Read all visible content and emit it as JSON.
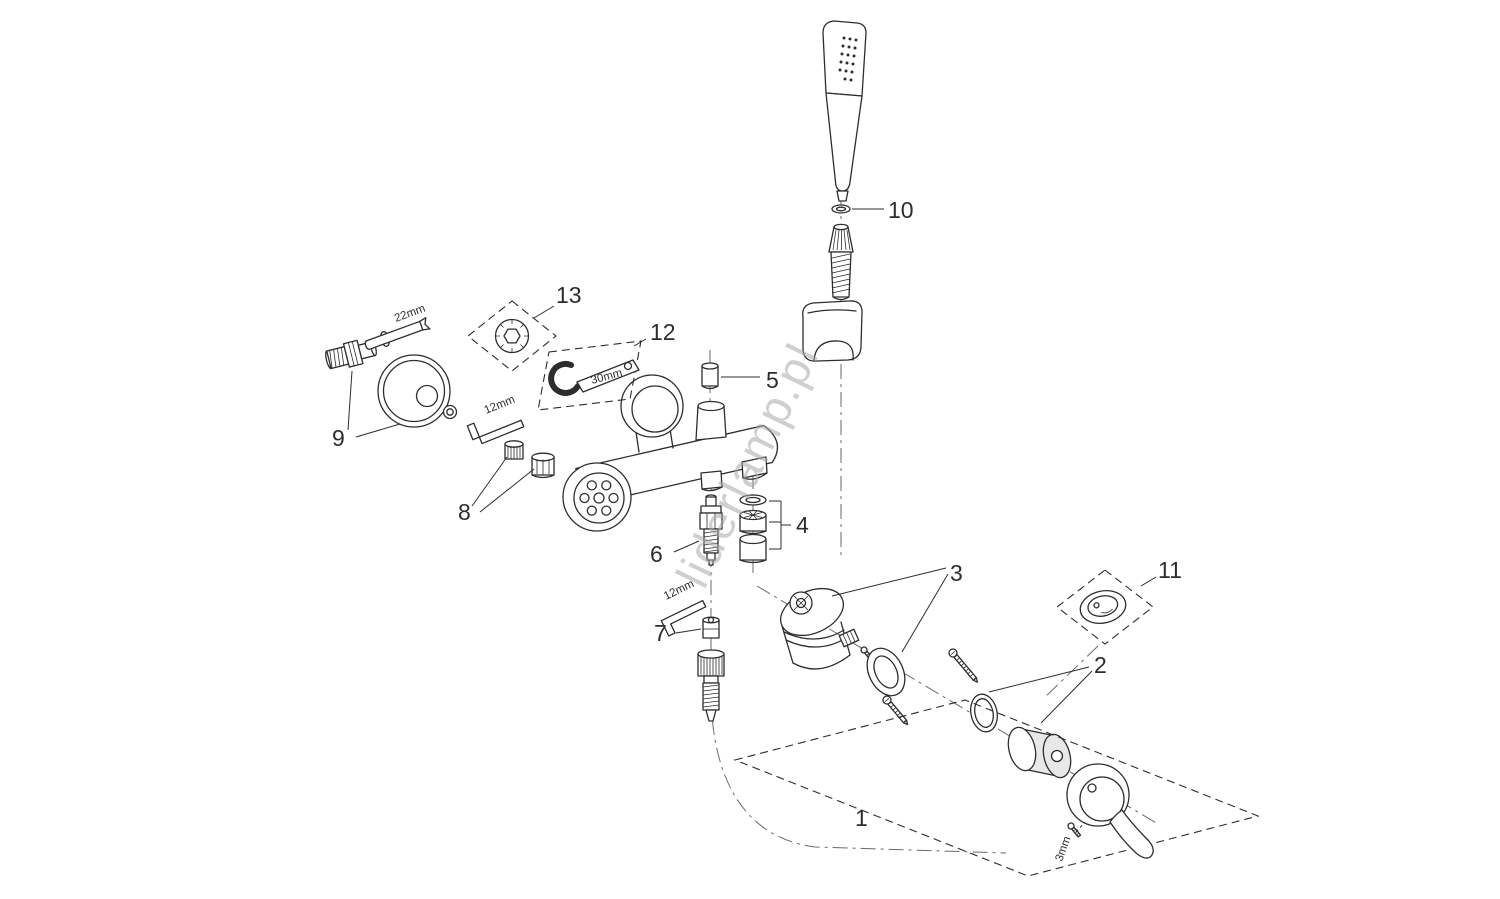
{
  "watermark": "liderlamp.pl",
  "colors": {
    "background": "#ffffff",
    "line": "#2d2d2d",
    "centerline": "#6a6a6a",
    "shade": "#e8e8e8",
    "watermark": "#a8a8a8"
  },
  "labels": {
    "part1": "1",
    "part2": "2",
    "part3": "3",
    "part4": "4",
    "part5": "5",
    "part6": "6",
    "part7": "7",
    "part8": "8",
    "part9": "9",
    "part10": "10",
    "part11": "11",
    "part12": "12",
    "part13": "13"
  },
  "dims": {
    "union_seal": "22mm",
    "hex_key_upper": "12mm",
    "wrench": "30mm",
    "hex_key_lower": "12mm",
    "handle_set_screw": "3mm"
  }
}
